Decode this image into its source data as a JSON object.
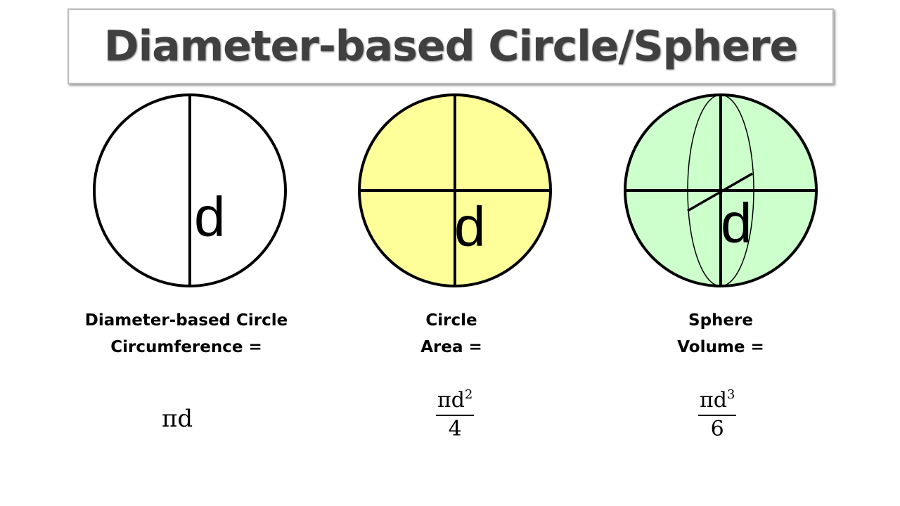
{
  "title": "Diameter-based Circle/Sphere",
  "figures": [
    {
      "symbol": "d",
      "fill": "#ffffff",
      "label_line1": "Diameter-based Circle",
      "label_line2": "Circumference =",
      "formula": "πd"
    },
    {
      "symbol": "d",
      "fill": "#ffff99",
      "label_line1": "Circle",
      "label_line2": "Area =",
      "formula_num": "πd",
      "formula_exp": "2",
      "formula_den": "4"
    },
    {
      "symbol": "d",
      "fill": "#ccffcc",
      "label_line1": "Sphere",
      "label_line2": "Volume =",
      "formula_num": "πd",
      "formula_exp": "3",
      "formula_den": "6"
    }
  ]
}
